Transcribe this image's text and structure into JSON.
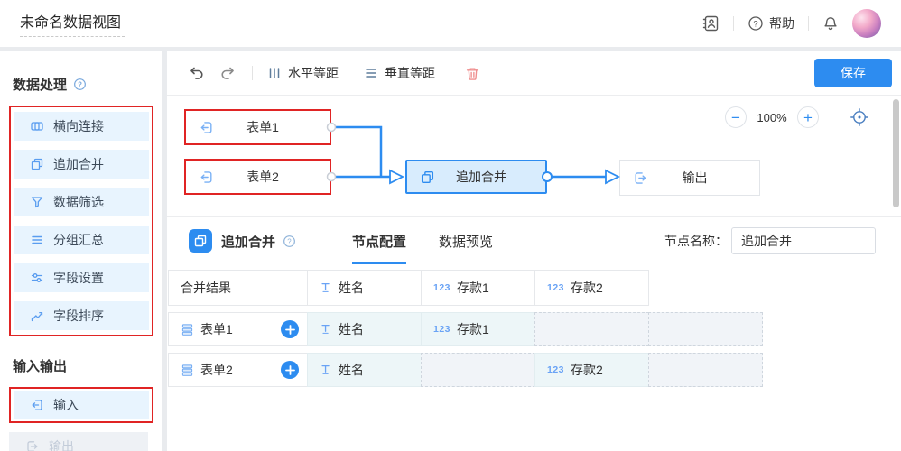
{
  "header": {
    "title": "未命名数据视图",
    "help_label": "帮助"
  },
  "sidebar": {
    "section1_title": "数据处理",
    "items": [
      {
        "label": "横向连接",
        "icon": "horizontal-join-icon"
      },
      {
        "label": "追加合并",
        "icon": "append-merge-icon"
      },
      {
        "label": "数据筛选",
        "icon": "data-filter-icon"
      },
      {
        "label": "分组汇总",
        "icon": "group-summary-icon"
      },
      {
        "label": "字段设置",
        "icon": "field-settings-icon"
      },
      {
        "label": "字段排序",
        "icon": "field-sort-icon"
      }
    ],
    "section2_title": "输入输出",
    "input_item": {
      "label": "输入",
      "icon": "input-icon",
      "disabled": false
    },
    "output_item": {
      "label": "输出",
      "icon": "output-icon",
      "disabled": true
    }
  },
  "toolbar": {
    "h_equal_label": "水平等距",
    "v_equal_label": "垂直等距",
    "save_label": "保存"
  },
  "canvas": {
    "zoom_level": "100%",
    "nodes": [
      {
        "label": "表单1",
        "type": "input",
        "highlighted": true
      },
      {
        "label": "表单2",
        "type": "input",
        "highlighted": true
      },
      {
        "label": "追加合并",
        "type": "append-merge",
        "selected": true
      },
      {
        "label": "输出",
        "type": "output"
      }
    ]
  },
  "config_panel": {
    "node_title": "追加合并",
    "tabs": [
      {
        "label": "节点配置",
        "active": true
      },
      {
        "label": "数据预览",
        "active": false
      }
    ],
    "node_name_label": "节点名称：",
    "node_name_value": "追加合并"
  },
  "table": {
    "number_badge": "123",
    "headers": [
      {
        "label": "合并结果"
      },
      {
        "label": "姓名",
        "type": "text"
      },
      {
        "label": "存款1",
        "type": "number"
      },
      {
        "label": "存款2",
        "type": "number"
      }
    ],
    "rows": [
      {
        "source": "表单1",
        "cells": [
          {
            "label": "姓名",
            "type": "text"
          },
          {
            "label": "存款1",
            "type": "number"
          },
          {
            "type": "empty"
          },
          {
            "type": "empty"
          }
        ]
      },
      {
        "source": "表单2",
        "cells": [
          {
            "label": "姓名",
            "type": "text"
          },
          {
            "type": "empty"
          },
          {
            "label": "存款2",
            "type": "number"
          },
          {
            "type": "empty"
          }
        ]
      }
    ]
  },
  "colors": {
    "accent": "#2d8cf0",
    "highlight": "#e02424",
    "selected_node_bg": "#d8ecfd",
    "mapped_cell_bg": "#edf6f8"
  }
}
